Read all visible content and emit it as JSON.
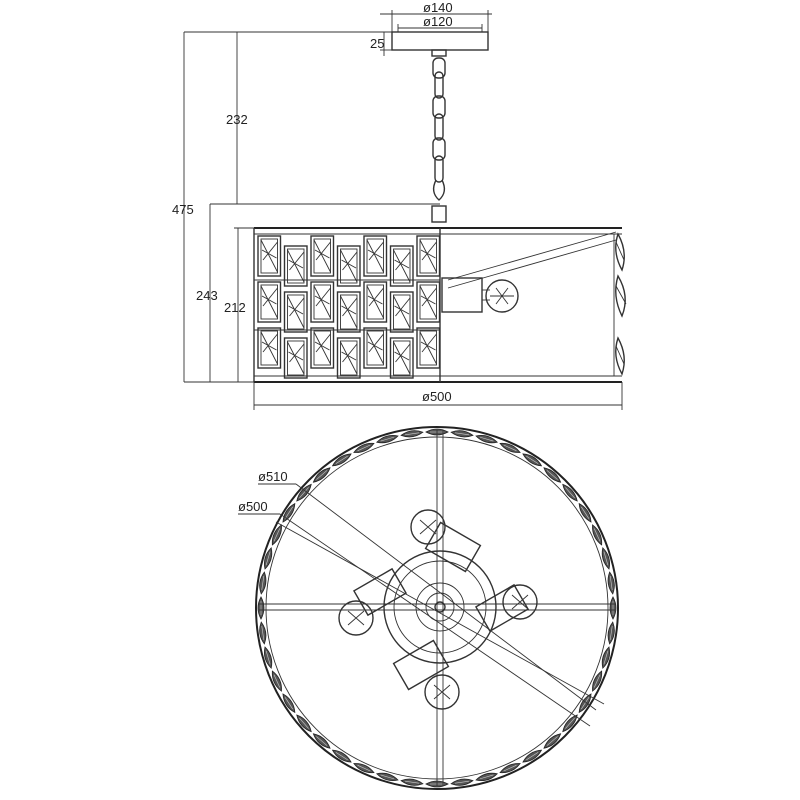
{
  "dimensions": {
    "canopy_outer": "ø140",
    "canopy_inner": "ø120",
    "canopy_height": "25",
    "chain_length": "232",
    "total_height": "475",
    "drum_height": "243",
    "shade_height": "212",
    "drum_diameter": "ø500",
    "top_outer_diameter": "ø510",
    "top_inner_diameter": "ø500"
  }
}
